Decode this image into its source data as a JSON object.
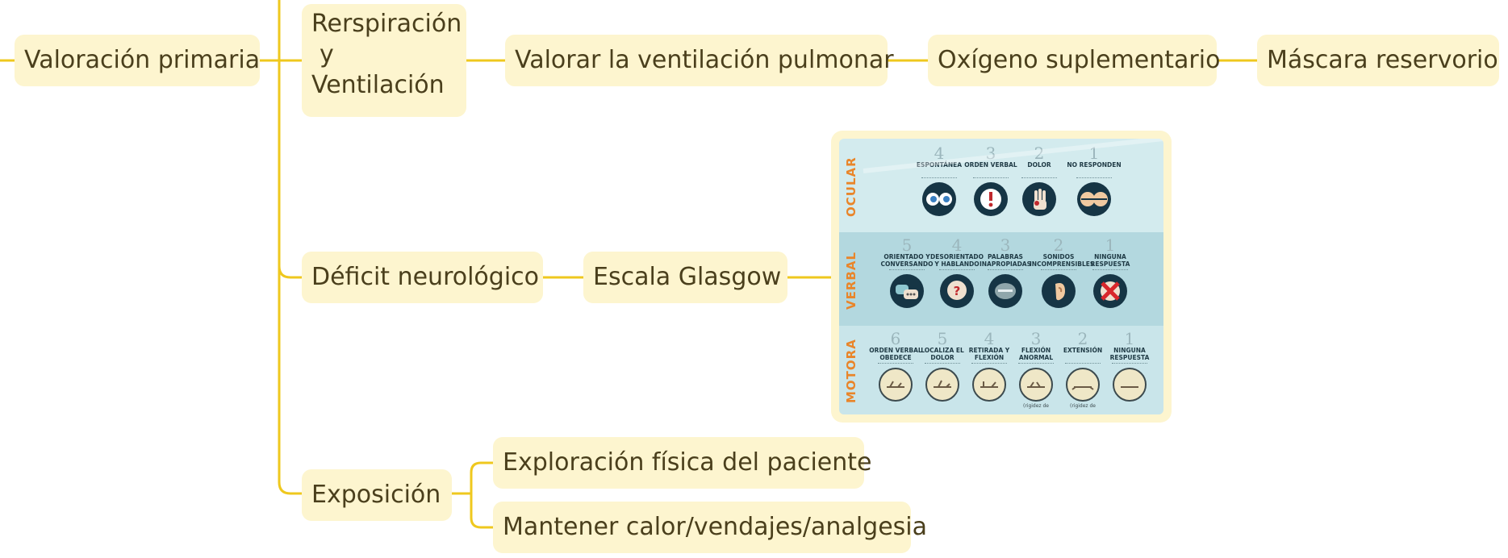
{
  "nodes": {
    "valoracion": "Valoración primaria",
    "respiracion": [
      "Rerspiración",
      "y",
      "Ventilación"
    ],
    "valorar": "Valorar la ventilación pulmonar",
    "oxigeno": "Oxígeno suplementario",
    "mascara": "Máscara reservorio",
    "deficit": "Déficit neurológico",
    "glasgow": "Escala Glasgow",
    "exposicion": "Exposición",
    "exploracion": "Exploración física del paciente",
    "mantener": "Mantener calor/vendajes/analgesia"
  },
  "glasgow_image": {
    "ocular": {
      "label": "OCULAR",
      "items": [
        {
          "score": "4",
          "label": "ESPONTÁNEA"
        },
        {
          "score": "3",
          "label": "ORDEN VERBAL"
        },
        {
          "score": "2",
          "label": "DOLOR"
        },
        {
          "score": "1",
          "label": "NO RESPONDEN"
        }
      ]
    },
    "verbal": {
      "label": "VERBAL",
      "items": [
        {
          "score": "5",
          "label": "ORIENTADO Y CONVERSANDO"
        },
        {
          "score": "4",
          "label": "DESORIENTADO Y HABLANDO"
        },
        {
          "score": "3",
          "label": "PALABRAS INAPROPIADAS"
        },
        {
          "score": "2",
          "label": "SONIDOS INCOMPRENSIBLES"
        },
        {
          "score": "1",
          "label": "NINGUNA RESPUESTA"
        }
      ]
    },
    "motora": {
      "label": "MOTORA",
      "items": [
        {
          "score": "6",
          "label": "ORDEN VERBAL OBEDECE",
          "note": ""
        },
        {
          "score": "5",
          "label": "LOCALIZA EL DOLOR",
          "note": ""
        },
        {
          "score": "4",
          "label": "RETIRADA Y FLEXIÓN",
          "note": ""
        },
        {
          "score": "3",
          "label": "FLEXIÓN ANORMAL",
          "note": "(rigidez de"
        },
        {
          "score": "2",
          "label": "EXTENSIÓN",
          "note": "(rigidez de"
        },
        {
          "score": "1",
          "label": "NINGUNA RESPUESTA",
          "note": ""
        }
      ]
    }
  },
  "colors": {
    "connector": "#efc81e",
    "node_fill": "#fdf5cf",
    "node_text": "#4a3f1c",
    "section_label": "#e9852a"
  }
}
